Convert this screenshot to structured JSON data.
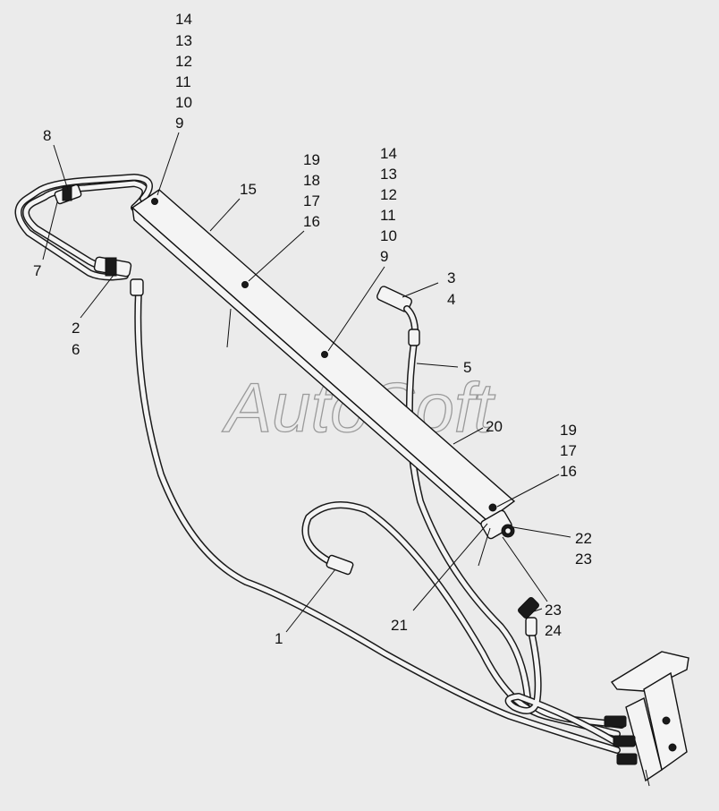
{
  "watermark": "AutoSoft",
  "callouts": [
    {
      "id": "c-14a",
      "text": "14"
    },
    {
      "id": "c-13a",
      "text": "13"
    },
    {
      "id": "c-12a",
      "text": "12"
    },
    {
      "id": "c-11a",
      "text": "11"
    },
    {
      "id": "c-10a",
      "text": "10"
    },
    {
      "id": "c-9a",
      "text": "9"
    },
    {
      "id": "c-8",
      "text": "8"
    },
    {
      "id": "c-7",
      "text": "7"
    },
    {
      "id": "c-2",
      "text": "2"
    },
    {
      "id": "c-6",
      "text": "6"
    },
    {
      "id": "c-15",
      "text": "15"
    },
    {
      "id": "c-19a",
      "text": "19"
    },
    {
      "id": "c-18",
      "text": "18"
    },
    {
      "id": "c-17a",
      "text": "17"
    },
    {
      "id": "c-16a",
      "text": "16"
    },
    {
      "id": "c-14b",
      "text": "14"
    },
    {
      "id": "c-13b",
      "text": "13"
    },
    {
      "id": "c-12b",
      "text": "12"
    },
    {
      "id": "c-11b",
      "text": "11"
    },
    {
      "id": "c-10b",
      "text": "10"
    },
    {
      "id": "c-9b",
      "text": "9"
    },
    {
      "id": "c-3",
      "text": "3"
    },
    {
      "id": "c-4",
      "text": "4"
    },
    {
      "id": "c-5",
      "text": "5"
    },
    {
      "id": "c-20",
      "text": "20"
    },
    {
      "id": "c-19b",
      "text": "19"
    },
    {
      "id": "c-17b",
      "text": "17"
    },
    {
      "id": "c-16b",
      "text": "16"
    },
    {
      "id": "c-22",
      "text": "22"
    },
    {
      "id": "c-23a",
      "text": "23"
    },
    {
      "id": "c-23b",
      "text": "23"
    },
    {
      "id": "c-24",
      "text": "24"
    },
    {
      "id": "c-21",
      "text": "21"
    },
    {
      "id": "c-1",
      "text": "1"
    }
  ]
}
